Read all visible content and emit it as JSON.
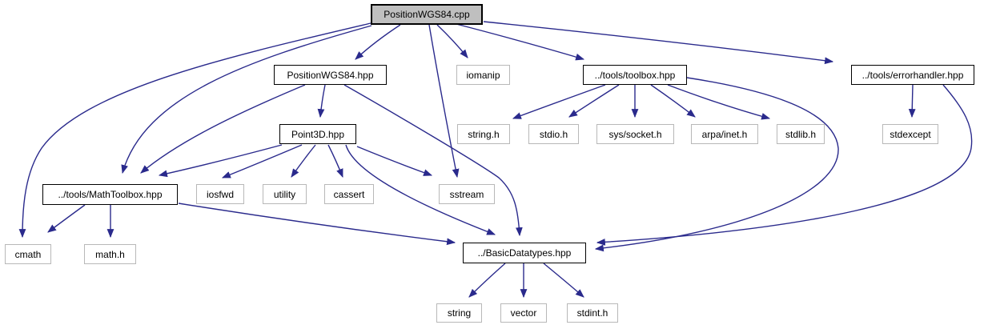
{
  "diagram": {
    "kind": "include-dependency-graph",
    "root_file": "PositionWGS84.cpp",
    "colors": {
      "edge": "#2a2a8c",
      "root_fill": "#bfbfbf",
      "project_border": "#000000",
      "system_border": "#b8b8b8",
      "background": "#ffffff",
      "text": "#000000"
    }
  },
  "nodes": [
    {
      "label": "PositionWGS84.cpp",
      "kind": "root"
    },
    {
      "label": "PositionWGS84.hpp",
      "kind": "project"
    },
    {
      "label": "iomanip",
      "kind": "system"
    },
    {
      "label": "../tools/toolbox.hpp",
      "kind": "project"
    },
    {
      "label": "../tools/errorhandler.hpp",
      "kind": "project"
    },
    {
      "label": "Point3D.hpp",
      "kind": "project"
    },
    {
      "label": "string.h",
      "kind": "system"
    },
    {
      "label": "stdio.h",
      "kind": "system"
    },
    {
      "label": "sys/socket.h",
      "kind": "system"
    },
    {
      "label": "arpa/inet.h",
      "kind": "system"
    },
    {
      "label": "stdlib.h",
      "kind": "system"
    },
    {
      "label": "stdexcept",
      "kind": "system"
    },
    {
      "label": "../tools/MathToolbox.hpp",
      "kind": "project"
    },
    {
      "label": "iosfwd",
      "kind": "system"
    },
    {
      "label": "utility",
      "kind": "system"
    },
    {
      "label": "cassert",
      "kind": "system"
    },
    {
      "label": "sstream",
      "kind": "system"
    },
    {
      "label": "cmath",
      "kind": "system"
    },
    {
      "label": "math.h",
      "kind": "system"
    },
    {
      "label": "../BasicDatatypes.hpp",
      "kind": "project"
    },
    {
      "label": "string",
      "kind": "system"
    },
    {
      "label": "vector",
      "kind": "system"
    },
    {
      "label": "stdint.h",
      "kind": "system"
    }
  ],
  "edges": [
    {
      "from": "PositionWGS84.cpp",
      "to": "PositionWGS84.hpp"
    },
    {
      "from": "PositionWGS84.cpp",
      "to": "iomanip"
    },
    {
      "from": "PositionWGS84.cpp",
      "to": "../tools/toolbox.hpp"
    },
    {
      "from": "PositionWGS84.cpp",
      "to": "../tools/errorhandler.hpp"
    },
    {
      "from": "PositionWGS84.cpp",
      "to": "sstream"
    },
    {
      "from": "PositionWGS84.cpp",
      "to": "cmath"
    },
    {
      "from": "PositionWGS84.cpp",
      "to": "../tools/MathToolbox.hpp"
    },
    {
      "from": "PositionWGS84.hpp",
      "to": "Point3D.hpp"
    },
    {
      "from": "PositionWGS84.hpp",
      "to": "../tools/MathToolbox.hpp"
    },
    {
      "from": "PositionWGS84.hpp",
      "to": "../BasicDatatypes.hpp"
    },
    {
      "from": "Point3D.hpp",
      "to": "../tools/MathToolbox.hpp"
    },
    {
      "from": "Point3D.hpp",
      "to": "iosfwd"
    },
    {
      "from": "Point3D.hpp",
      "to": "utility"
    },
    {
      "from": "Point3D.hpp",
      "to": "cassert"
    },
    {
      "from": "Point3D.hpp",
      "to": "sstream"
    },
    {
      "from": "Point3D.hpp",
      "to": "../BasicDatatypes.hpp"
    },
    {
      "from": "../tools/MathToolbox.hpp",
      "to": "cmath"
    },
    {
      "from": "../tools/MathToolbox.hpp",
      "to": "math.h"
    },
    {
      "from": "../tools/MathToolbox.hpp",
      "to": "../BasicDatatypes.hpp"
    },
    {
      "from": "../tools/toolbox.hpp",
      "to": "string.h"
    },
    {
      "from": "../tools/toolbox.hpp",
      "to": "stdio.h"
    },
    {
      "from": "../tools/toolbox.hpp",
      "to": "sys/socket.h"
    },
    {
      "from": "../tools/toolbox.hpp",
      "to": "arpa/inet.h"
    },
    {
      "from": "../tools/toolbox.hpp",
      "to": "stdlib.h"
    },
    {
      "from": "../tools/toolbox.hpp",
      "to": "../BasicDatatypes.hpp"
    },
    {
      "from": "../tools/errorhandler.hpp",
      "to": "stdexcept"
    },
    {
      "from": "../tools/errorhandler.hpp",
      "to": "../BasicDatatypes.hpp"
    },
    {
      "from": "../BasicDatatypes.hpp",
      "to": "string"
    },
    {
      "from": "../BasicDatatypes.hpp",
      "to": "vector"
    },
    {
      "from": "../BasicDatatypes.hpp",
      "to": "stdint.h"
    }
  ]
}
